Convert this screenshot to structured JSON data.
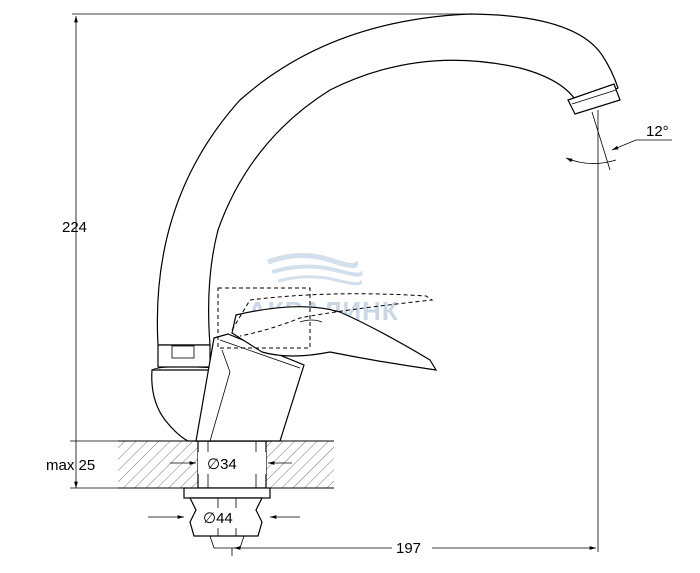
{
  "dimensions": {
    "height": "224",
    "max_thickness": "max 25",
    "diameter_inner": "∅34",
    "diameter_outer": "∅44",
    "reach": "197",
    "angle": "12°"
  },
  "watermark": {
    "text": "АКВАЛИНК",
    "color": "#c9d6e6"
  }
}
